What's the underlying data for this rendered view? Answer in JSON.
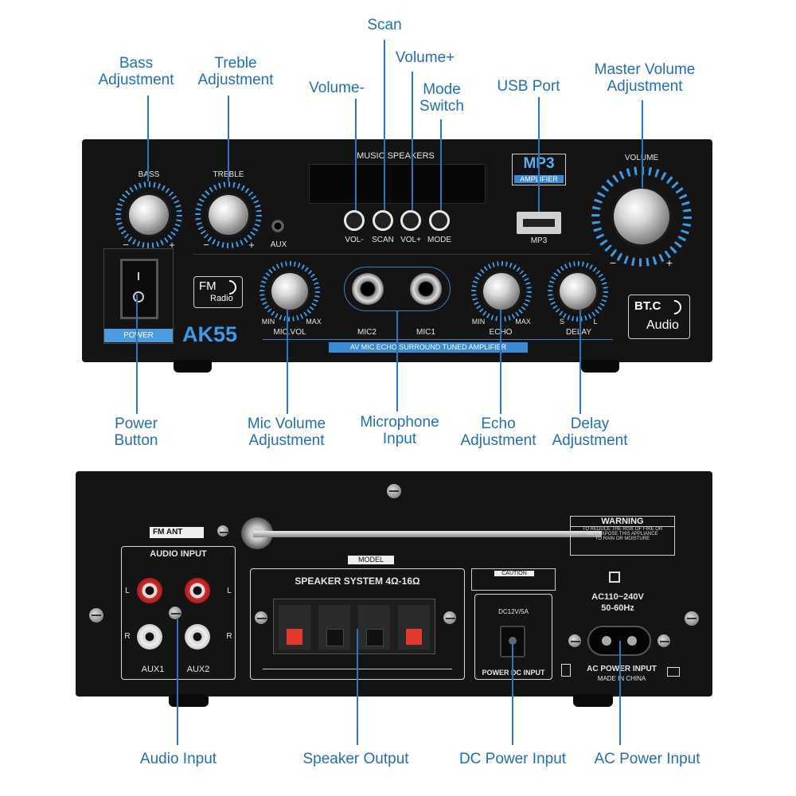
{
  "labels": {
    "bass": "Bass\nAdjustment",
    "treble": "Treble\nAdjustment",
    "scan": "Scan",
    "volume_plus": "Volume+",
    "volume_minus": "Volume-",
    "mode": "Mode\nSwitch",
    "usb": "USB Port",
    "master": "Master Volume\nAdjustment",
    "power": "Power\nButton",
    "mic_volume": "Mic Volume\nAdjustment",
    "mic_input": "Microphone\nInput",
    "echo": "Echo\nAdjustment",
    "delay": "Delay\nAdjustment",
    "audio_input": "Audio Input",
    "speaker_output": "Speaker Output",
    "dc_power": "DC Power Input",
    "ac_power": "AC Power Input"
  },
  "front": {
    "bass": "BASS",
    "treble": "TREBLE",
    "minus": "−",
    "plus": "+",
    "aux": "AUX",
    "music_speakers": "MUSIC SPEAKERS",
    "vol_minus": "VOL-",
    "scan": "SCAN",
    "vol_plus": "VOL+",
    "mode": "MODE",
    "mp3": "MP3",
    "amplifier": "AMPLIFIER",
    "mp3_small": "MP3",
    "volume": "VOLUME",
    "power": "POWER",
    "fm": "FM",
    "radio": "Radio",
    "brand": "AK55",
    "min": "MIN",
    "max": "MAX",
    "mic_vol": "MIC.VOL",
    "mic2": "MIC2",
    "mic1": "MIC1",
    "echo": "ECHO",
    "delay": "DELAY",
    "s": "S",
    "l": "L",
    "tagline": "AV MIC ECHO SURROUND TUNED AMPLIFIER",
    "btc": "BT.C",
    "audio": "Audio"
  },
  "back": {
    "fm_ant": "FM ANT",
    "audio_input": "AUDIO INPUT",
    "aux1": "AUX1",
    "aux2": "AUX2",
    "l": "L",
    "r": "R",
    "model": "MODEL",
    "speaker_system": "SPEAKER SYSTEM 4Ω-16Ω",
    "warning": "WARNING",
    "warning_text_1": "TO REDUCE THE RISK OF FIRE OR",
    "warning_text_2": "NOT EXPOSE THIS APPLIANCE",
    "warning_text_3": "TO RAIN OR MOISTURE",
    "caution": "CAUTION",
    "dc_spec": "DC12V/5A",
    "power_dc_input": "POWER DC INPUT",
    "ac_spec_1": "AC110~240V",
    "ac_spec_2": "50-60Hz",
    "ac_power_input": "AC POWER INPUT",
    "made_in": "MADE IN CHINA"
  }
}
